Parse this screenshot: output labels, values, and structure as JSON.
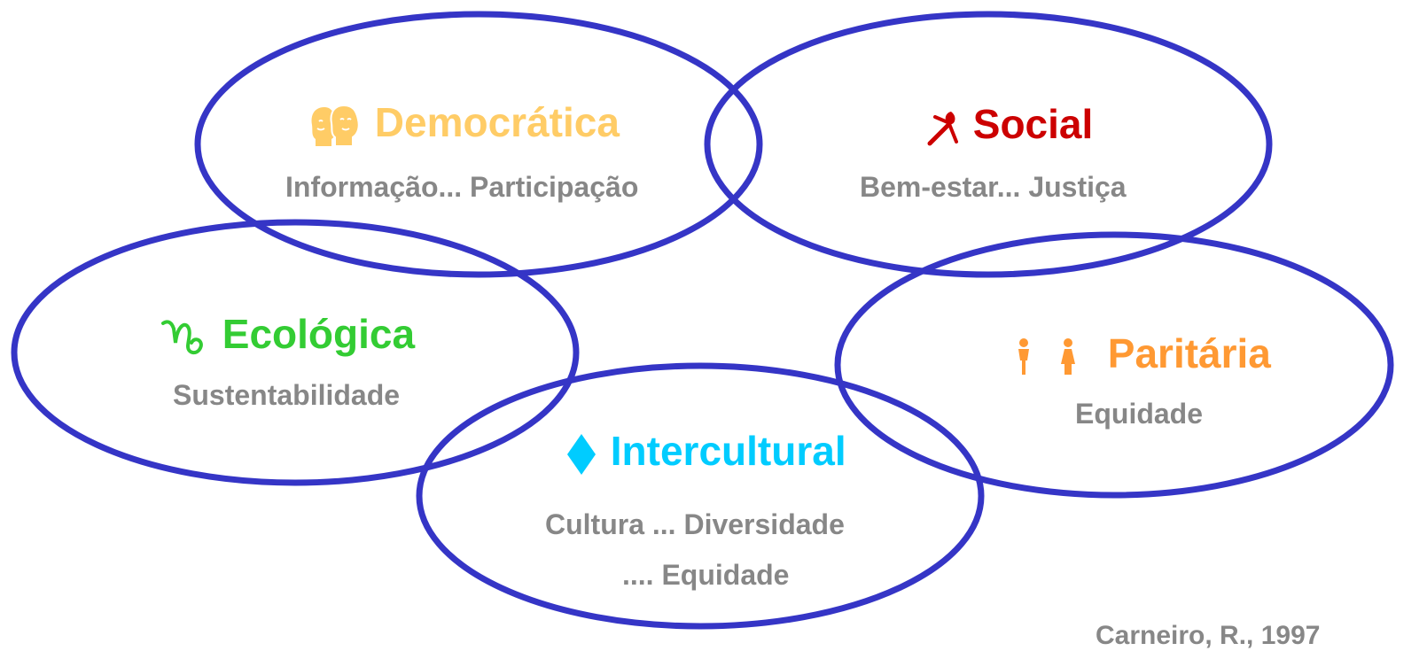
{
  "colors": {
    "ellipse_stroke": "#3535C6",
    "democratica": "#FFCC66",
    "social": "#CC0000",
    "ecologica": "#33CC33",
    "intercultural": "#00CCFF",
    "paritaria": "#FF9933",
    "subtext": "#878787"
  },
  "democratica": {
    "icon": "faces-icon",
    "title": "Democrática",
    "subtitle": "Informação... Participação"
  },
  "social": {
    "icon": "ribbon-icon",
    "title": "Social",
    "subtitle": "Bem-estar... Justiça"
  },
  "ecologica": {
    "icon": "capricorn-icon",
    "title": "Ecológica",
    "subtitle": "Sustentabilidade"
  },
  "intercultural": {
    "icon": "diamond-icon",
    "title": "Intercultural",
    "subtitle_line1": "Cultura ... Diversidade",
    "subtitle_line2": ".... Equidade"
  },
  "paritaria": {
    "icon": "man-woman-icon",
    "title": "Paritária",
    "subtitle": "Equidade"
  },
  "citation": "Carneiro, R., 1997"
}
